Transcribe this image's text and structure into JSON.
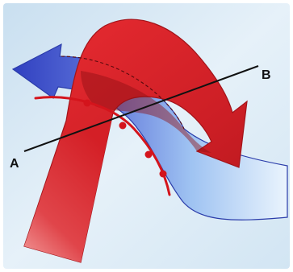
{
  "labels": {
    "a": "A",
    "b": "B"
  },
  "colors": {
    "background": "#d7e8f4",
    "warm_air": "#d9232a",
    "warm_air_dark": "#9e1218",
    "cold_air": "#3b4fc8",
    "cold_air_light": "#cfe6fb",
    "front_line": "#d4141c",
    "cross_section_line": "#111111"
  },
  "arrows": [
    {
      "name": "warm-air-arrow",
      "meaning": "warm",
      "icon": "red-arrow"
    },
    {
      "name": "cold-air-arrow",
      "meaning": "cold",
      "icon": "blue-arrow"
    }
  ]
}
